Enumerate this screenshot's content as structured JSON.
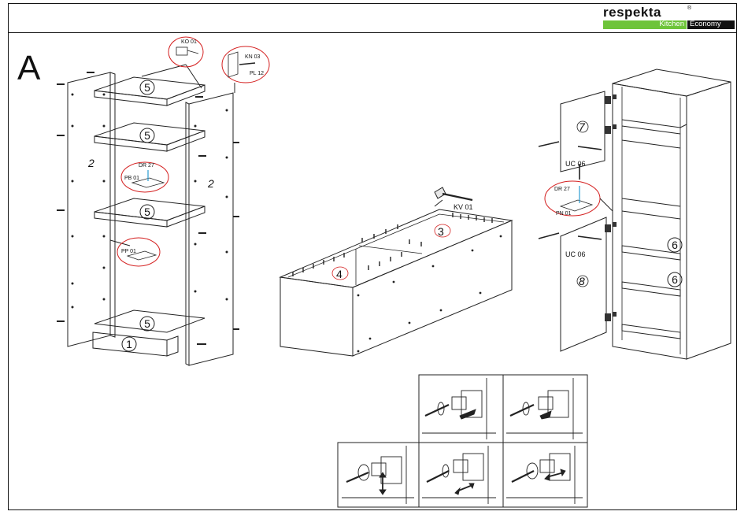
{
  "brand": {
    "name": "respekta",
    "reg": "®",
    "line_left": "Kitchen",
    "line_right": "Economy",
    "color_green": "#6ec43a",
    "color_dark": "#111111"
  },
  "section": "A",
  "parts": {
    "shelf": "5",
    "bottom_panel": "1",
    "side_left": "2",
    "side_right": "2",
    "base_top": "3",
    "base_bottom": "4",
    "inner_shelf": "6",
    "door_top": "7",
    "door_bottom": "8"
  },
  "fittings": {
    "ko": "KO 01",
    "kn": "KN 03",
    "pl": "PL 12",
    "dr": "DR 27",
    "pb": "PB 01",
    "pp": "PP 01",
    "kv": "KV 01",
    "uc": "UC 06",
    "pn": "PN 01"
  },
  "accent": {
    "callout_circle": "#d42020",
    "dowel": "#2a9bd0"
  },
  "icons": [
    "hammer-icon",
    "screwdriver-icon",
    "hinge-icon",
    "arrow-icon"
  ]
}
